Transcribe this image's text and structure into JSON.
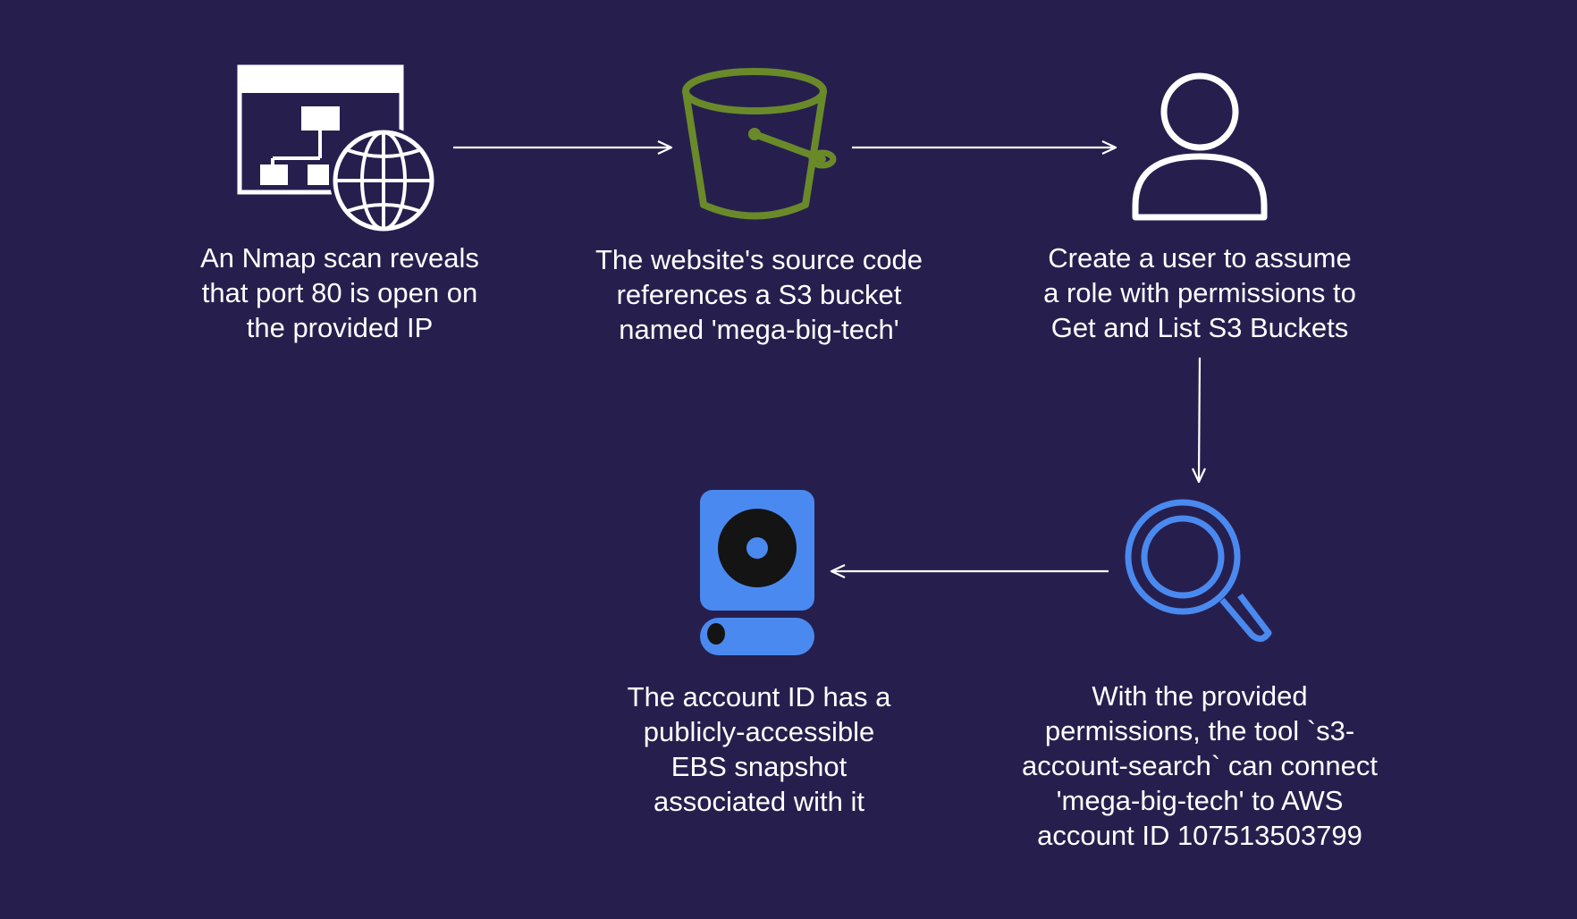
{
  "diagram": {
    "background_color": "#261f4e",
    "colors": {
      "text": "#ffffff",
      "arrow": "#ffffff",
      "bucket": "#6a8a2a",
      "disk": "#4a8af0",
      "magnifier": "#4a8af0"
    },
    "steps": [
      {
        "icon": "network-globe-icon",
        "caption": "An Nmap scan reveals\nthat port 80 is open on\nthe provided IP"
      },
      {
        "icon": "s3-bucket-icon",
        "caption": "The website's source code\nreferences a S3 bucket\nnamed 'mega-big-tech'"
      },
      {
        "icon": "user-icon",
        "caption": "Create a user to assume\na role with permissions to\nGet and List S3 Buckets"
      },
      {
        "icon": "magnifier-icon",
        "caption": "With the provided\npermissions, the tool `s3-\naccount-search` can connect\n'mega-big-tech' to AWS\naccount ID 107513503799"
      },
      {
        "icon": "disk-snapshot-icon",
        "caption": "The account ID has a\npublicly-accessible\nEBS snapshot\nassociated with it"
      }
    ]
  }
}
